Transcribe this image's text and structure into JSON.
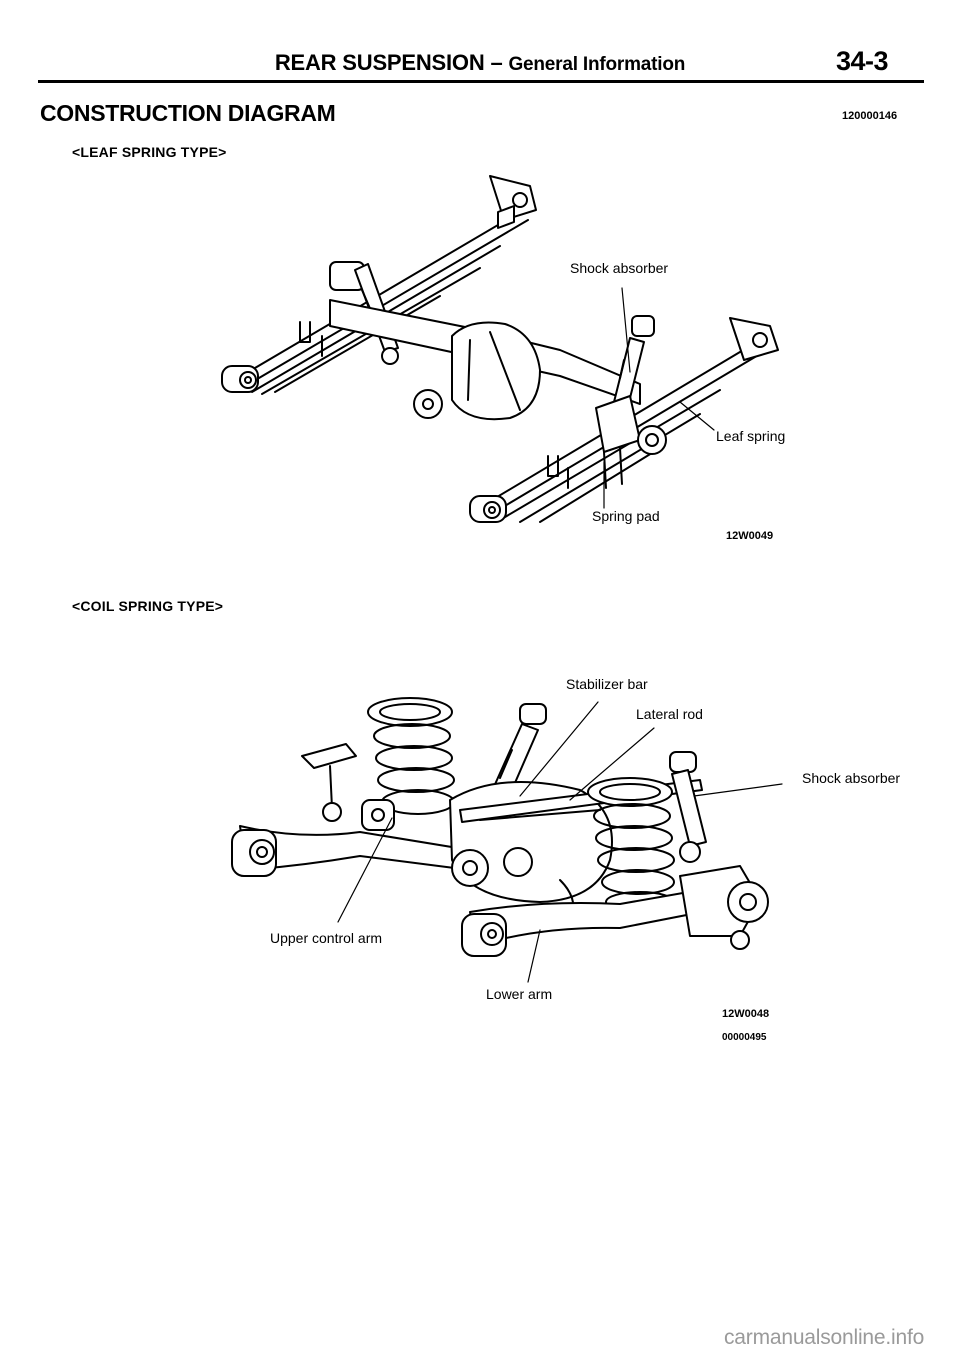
{
  "header": {
    "title_main": "REAR SUSPENSION",
    "separator": "–",
    "title_sub": "General Information",
    "page_number": "34-3"
  },
  "section": {
    "title": "CONSTRUCTION DIAGRAM",
    "code": "120000146"
  },
  "leaf_spring_figure": {
    "type_label": "<LEAF SPRING TYPE>",
    "callouts": {
      "shock_absorber": "Shock absorber",
      "leaf_spring": "Leaf spring",
      "spring_pad": "Spring pad"
    },
    "figure_code": "12W0049"
  },
  "coil_spring_figure": {
    "type_label": "<COIL SPRING TYPE>",
    "callouts": {
      "stabilizer_bar": "Stabilizer bar",
      "lateral_rod": "Lateral rod",
      "shock_absorber": "Shock absorber",
      "upper_control_arm": "Upper control arm",
      "lower_arm": "Lower arm"
    },
    "figure_code": "12W0048",
    "document_code": "00000495"
  },
  "watermark": "carmanualsonline.info"
}
